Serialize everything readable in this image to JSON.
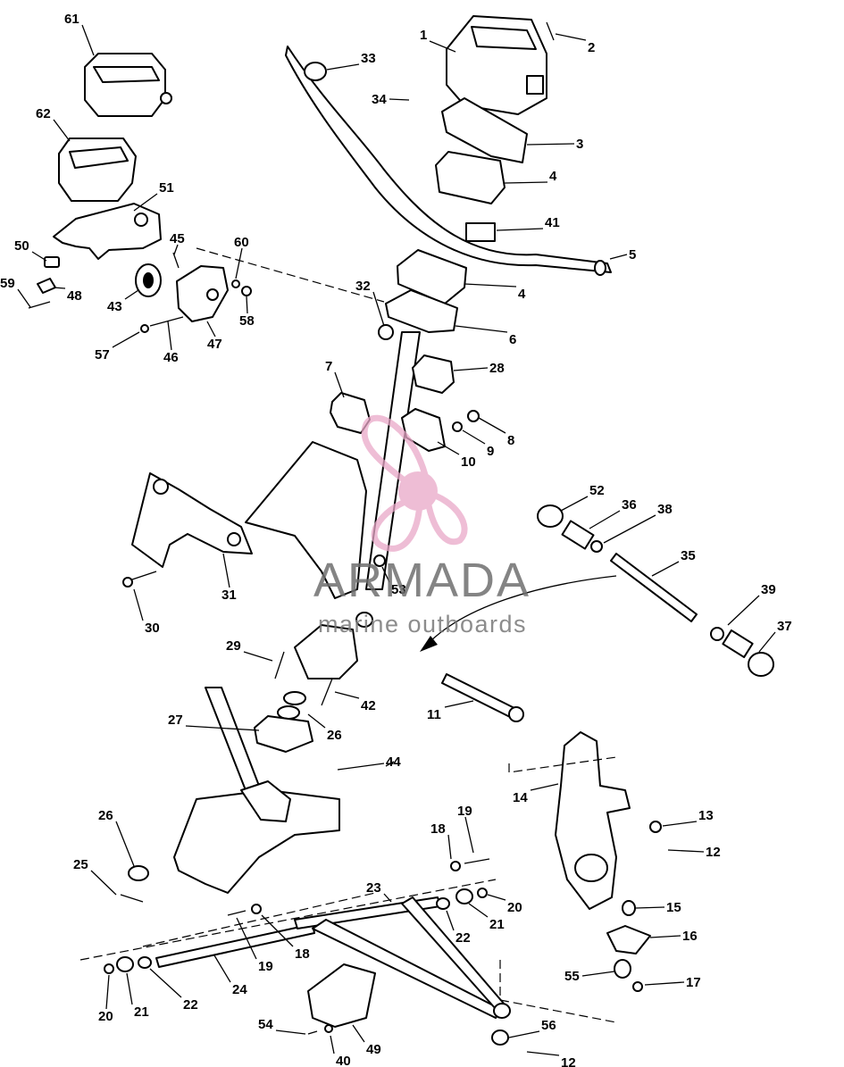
{
  "diagram": {
    "watermark": {
      "title": "ARMADA",
      "subtitle": "marine outboards",
      "logo_color": "#e9a8c8"
    },
    "callouts": [
      "1",
      "2",
      "3",
      "4",
      "4",
      "5",
      "6",
      "7",
      "8",
      "9",
      "10",
      "11",
      "12",
      "12",
      "13",
      "14",
      "15",
      "16",
      "17",
      "18",
      "18",
      "19",
      "19",
      "20",
      "20",
      "21",
      "21",
      "22",
      "22",
      "23",
      "24",
      "25",
      "26",
      "26",
      "27",
      "28",
      "29",
      "30",
      "31",
      "32",
      "33",
      "34",
      "35",
      "36",
      "37",
      "38",
      "39",
      "40",
      "41",
      "42",
      "43",
      "44",
      "45",
      "46",
      "47",
      "48",
      "49",
      "50",
      "51",
      "52",
      "53",
      "54",
      "55",
      "56",
      "57",
      "58",
      "59",
      "60",
      "61",
      "62"
    ]
  }
}
